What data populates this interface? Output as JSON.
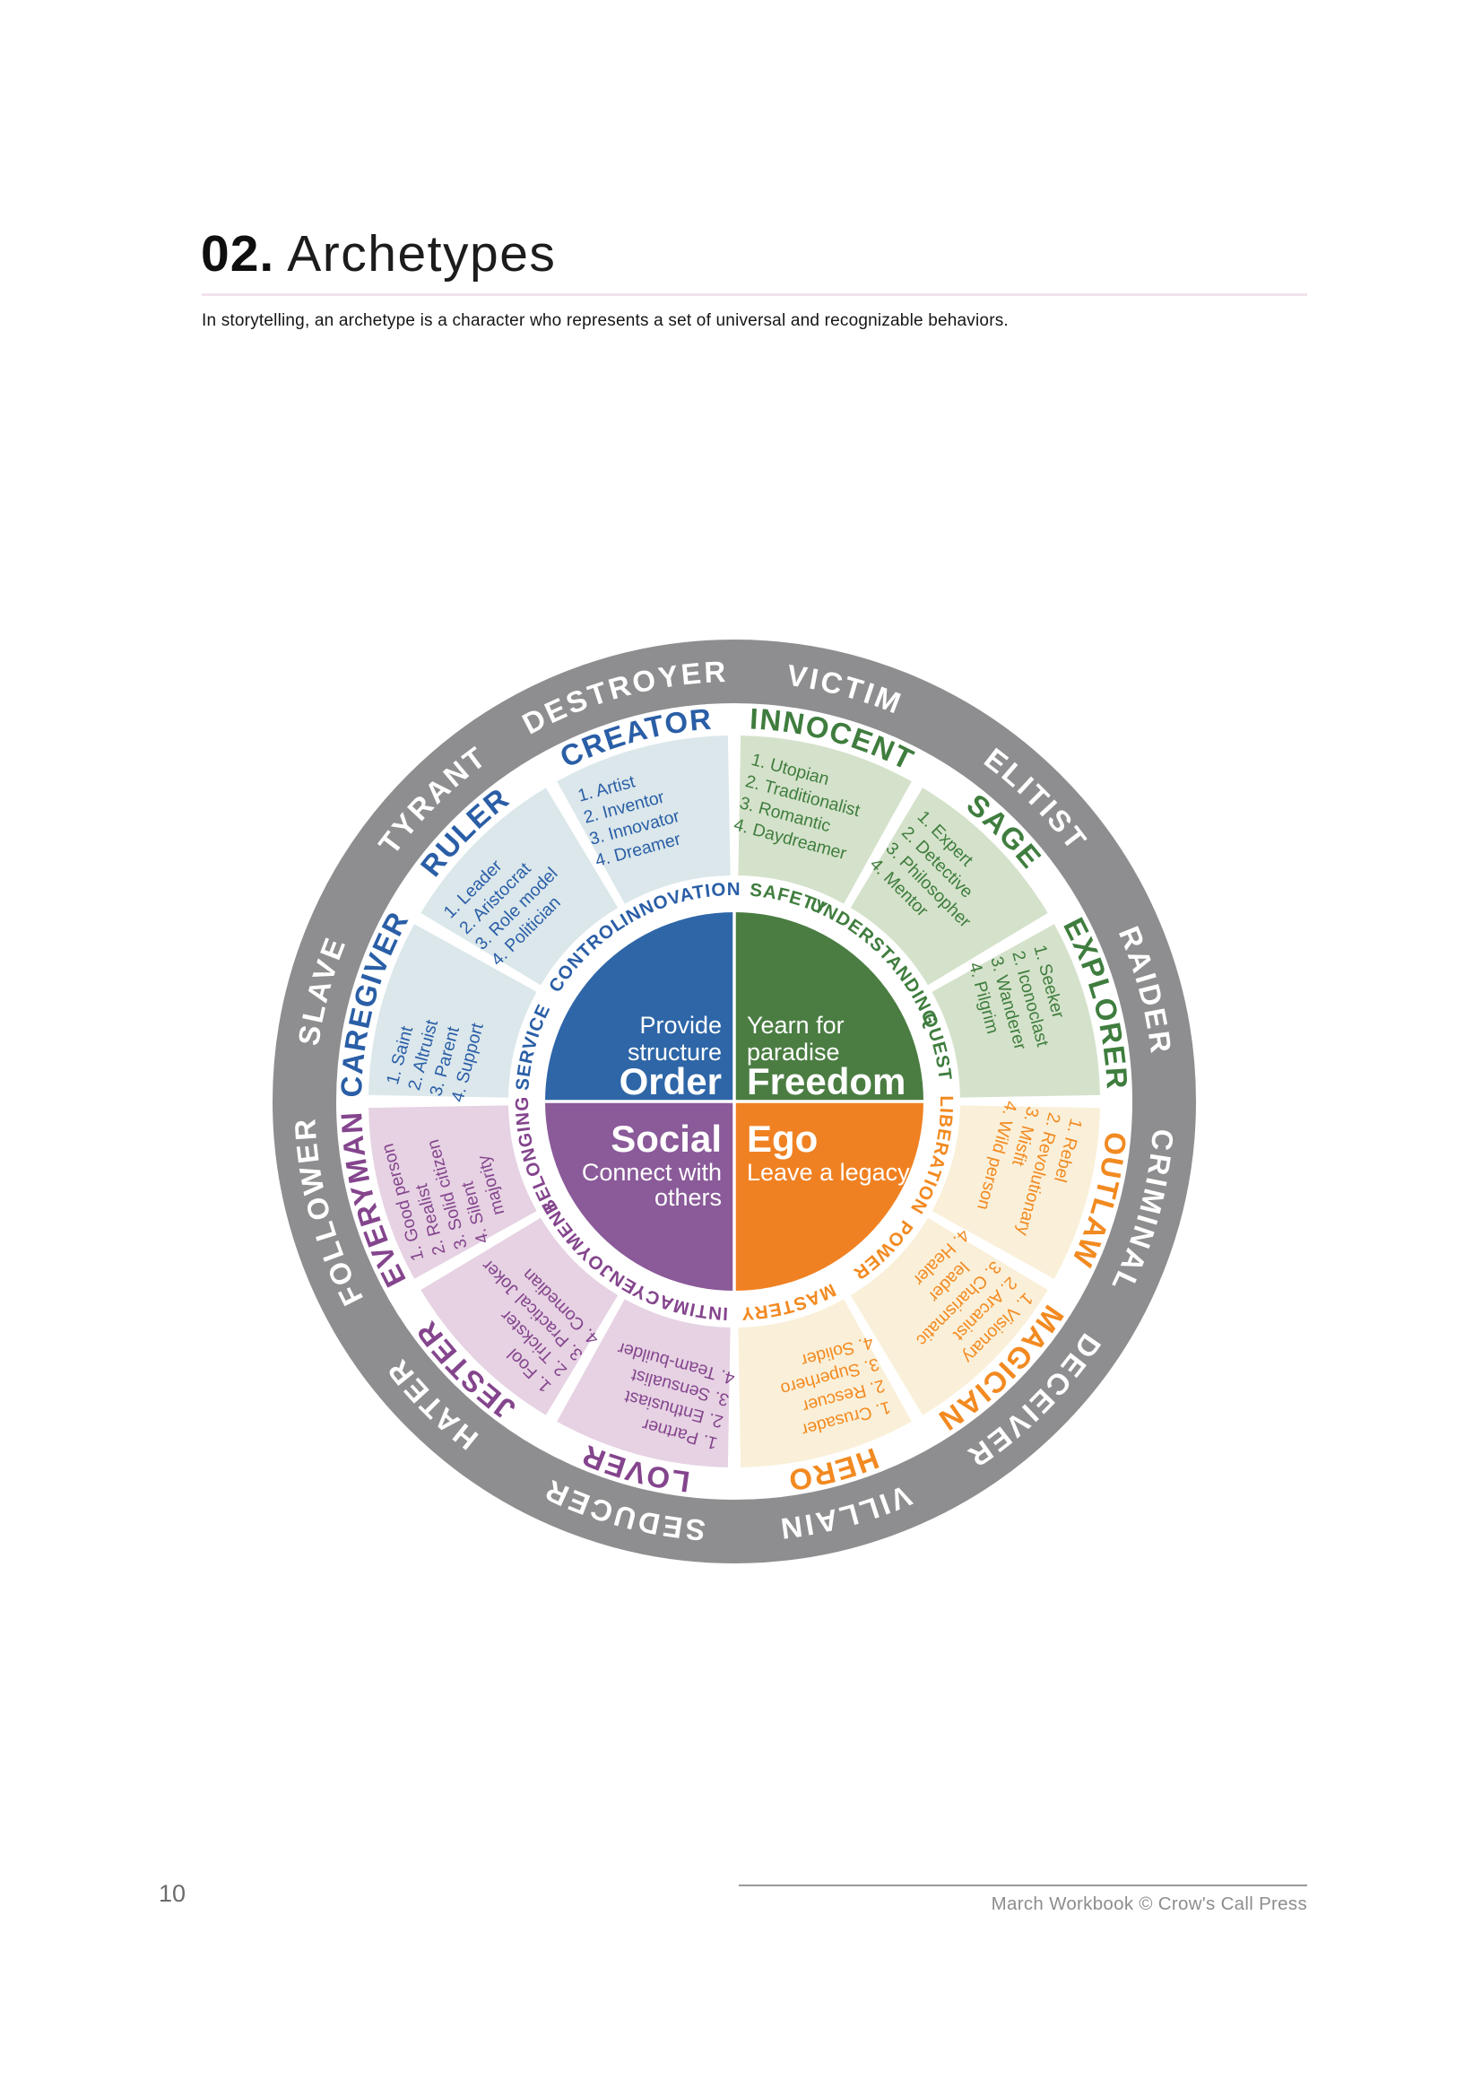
{
  "page": {
    "chapter": "02.",
    "title": "Archetypes",
    "intro": "In storytelling, an archetype is a character who represents a set of universal and recognizable behaviors.",
    "number": "10",
    "footer": "March Workbook © Crow's Call Press"
  },
  "wheel": {
    "ring_color": "#8e8e90",
    "white": "#ffffff",
    "quadrants": [
      {
        "id": "order",
        "label": "Order",
        "tagline": [
          "Provide",
          "structure"
        ],
        "color": "#2e66a7",
        "segment_fill": "#dbe7eb",
        "text_color": "#2a5ea6"
      },
      {
        "id": "freedom",
        "label": "Freedom",
        "tagline": [
          "Yearn for",
          "paradise"
        ],
        "color": "#4b7d42",
        "segment_fill": "#d5e2cb",
        "text_color": "#3f7d3e"
      },
      {
        "id": "social",
        "label": "Social",
        "tagline": [
          "Connect with",
          "others"
        ],
        "color": "#8a5a99",
        "segment_fill": "#e6d2e3",
        "text_color": "#84458d"
      },
      {
        "id": "ego",
        "label": "Ego",
        "tagline": [
          "Leave a legacy"
        ],
        "color": "#f08122",
        "segment_fill": "#faf0d9",
        "text_color": "#f28a21"
      }
    ],
    "segments": [
      {
        "name": "CREATOR",
        "quadrant": "order",
        "mid": 345,
        "motivation": "INNOVATION",
        "shadow": "DESTROYER",
        "items": [
          [
            "1. Artist"
          ],
          [
            "2. Inventor"
          ],
          [
            "3. Innovator"
          ],
          [
            "4. Dreamer"
          ]
        ]
      },
      {
        "name": "INNOCENT",
        "quadrant": "freedom",
        "mid": 15,
        "motivation": "SAFETY",
        "shadow": "VICTIM",
        "items": [
          [
            "1. Utopian"
          ],
          [
            "2. Traditionalist"
          ],
          [
            "3. Romantic"
          ],
          [
            "4. Daydreamer"
          ]
        ]
      },
      {
        "name": "SAGE",
        "quadrant": "freedom",
        "mid": 45,
        "motivation": "UNDERSTANDING",
        "shadow": "ELITIST",
        "items": [
          [
            "1. Expert"
          ],
          [
            "2. Detective"
          ],
          [
            "3. Philosopher"
          ],
          [
            "4. Mentor"
          ]
        ]
      },
      {
        "name": "EXPLORER",
        "quadrant": "freedom",
        "mid": 75,
        "motivation": "QUEST",
        "shadow": "RAIDER",
        "items": [
          [
            "1. Seeker"
          ],
          [
            "2. Iconoclast"
          ],
          [
            "3. Wanderer"
          ],
          [
            "4. Pilgrim"
          ]
        ]
      },
      {
        "name": "OUTLAW",
        "quadrant": "ego",
        "mid": 105,
        "motivation": "LIBERATION",
        "shadow": "CRIMINAL",
        "items": [
          [
            "1. Rebel"
          ],
          [
            "2. Revolutionary"
          ],
          [
            "3. Misfit"
          ],
          [
            "4. Wild person"
          ]
        ]
      },
      {
        "name": "MAGICIAN",
        "quadrant": "ego",
        "mid": 135,
        "motivation": "POWER",
        "shadow": "DECEIVER",
        "items": [
          [
            "1. Visionary"
          ],
          [
            "2. Arcanist"
          ],
          [
            "3. Charismatic",
            "leader"
          ],
          [
            "4. Healer"
          ]
        ]
      },
      {
        "name": "HERO",
        "quadrant": "ego",
        "mid": 165,
        "motivation": "MASTERY",
        "shadow": "VILLAIN",
        "items": [
          [
            "1. Crusader"
          ],
          [
            "2. Rescuer"
          ],
          [
            "3. Superhero"
          ],
          [
            "4. Solider"
          ]
        ]
      },
      {
        "name": "LOVER",
        "quadrant": "social",
        "mid": 195,
        "motivation": "INTIMACY",
        "shadow": "SEDUCER",
        "items": [
          [
            "1. Partner"
          ],
          [
            "2. Enthusiast"
          ],
          [
            "3. Sensualist"
          ],
          [
            "4. Team-builder"
          ]
        ]
      },
      {
        "name": "JESTER",
        "quadrant": "social",
        "mid": 225,
        "motivation": "ENJOYMENT",
        "shadow": "HATER",
        "items": [
          [
            "1. Fool"
          ],
          [
            "2. Trickster"
          ],
          [
            "3. Practical Joker"
          ],
          [
            "4. Comedian"
          ]
        ]
      },
      {
        "name": "EVERYMAN",
        "quadrant": "social",
        "mid": 255,
        "motivation": "BELONGING",
        "shadow": "FOLLOWER",
        "items": [
          [
            "1. Good person"
          ],
          [
            "2. Realist"
          ],
          [
            "3. Solid citizen"
          ],
          [
            "4. Silent",
            "majority"
          ]
        ]
      },
      {
        "name": "CAREGIVER",
        "quadrant": "order",
        "mid": 285,
        "motivation": "SERVICE",
        "shadow": "SLAVE",
        "items": [
          [
            "1. Saint"
          ],
          [
            "2. Altruist"
          ],
          [
            "3. Parent"
          ],
          [
            "4. Support"
          ]
        ]
      },
      {
        "name": "RULER",
        "quadrant": "order",
        "mid": 315,
        "motivation": "CONTROL",
        "shadow": "TYRANT",
        "items": [
          [
            "1. Leader"
          ],
          [
            "2. Aristocrat"
          ],
          [
            "3. Role model"
          ],
          [
            "4. Politician"
          ]
        ]
      }
    ]
  }
}
